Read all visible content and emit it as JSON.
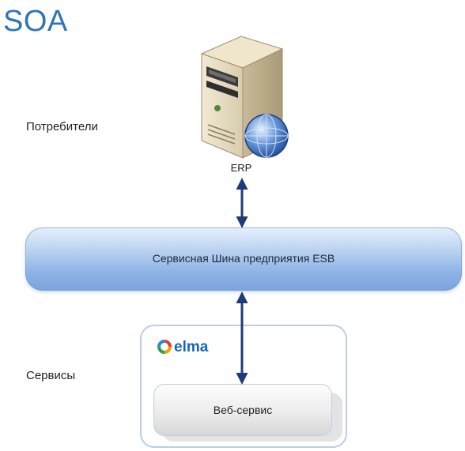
{
  "title": "SOA",
  "consumers_label": "Потребители",
  "services_label": "Сервисы",
  "erp": {
    "label": "ERP",
    "icon": "server-globe-icon"
  },
  "esb": {
    "label": "Сервисная Шина предприятия ESB"
  },
  "services_group": {
    "logo_text": "elma",
    "logo_icon": "elma-logo-icon",
    "web_service_label": "Веб-сервис"
  },
  "colors": {
    "title": "#2e75b6",
    "esb_bus": "#8fb4e6",
    "arrow": "#1f3a7a",
    "group_border": "#b9cfe4"
  }
}
